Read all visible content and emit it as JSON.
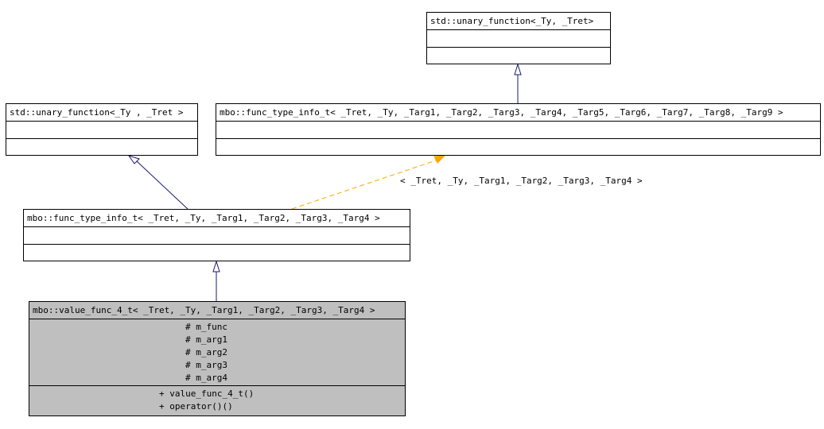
{
  "classes": {
    "unary_function_top": {
      "title": "std::unary_function<_Ty, _Tret>"
    },
    "unary_function_left": {
      "title": "std::unary_function<_Ty , _Tret >"
    },
    "func_type_info_9": {
      "title": "mbo::func_type_info_t< _Tret, _Ty, _Targ1, _Targ2, _Targ3, _Targ4, _Targ5, _Targ6, _Targ7, _Targ8, _Targ9 >"
    },
    "func_type_info_4": {
      "title": "mbo::func_type_info_t< _Tret, _Ty, _Targ1, _Targ2, _Targ3, _Targ4 >"
    },
    "value_func_4": {
      "title": "mbo::value_func_4_t< _Tret, _Ty, _Targ1, _Targ2, _Targ3, _Targ4 >",
      "attributes": [
        "# m_func",
        "# m_arg1",
        "# m_arg2",
        "# m_arg3",
        "# m_arg4"
      ],
      "operations": [
        "+ value_func_4_t()",
        "+ operator()()"
      ]
    }
  },
  "edges": {
    "template_binding_label": "< _Tret, _Ty, _Targ1, _Targ2, _Targ3, _Targ4 >"
  },
  "colors": {
    "inheritance_edge": "#191970",
    "template_edge": "#ffa500",
    "focus_fill": "#bfbfbf"
  }
}
